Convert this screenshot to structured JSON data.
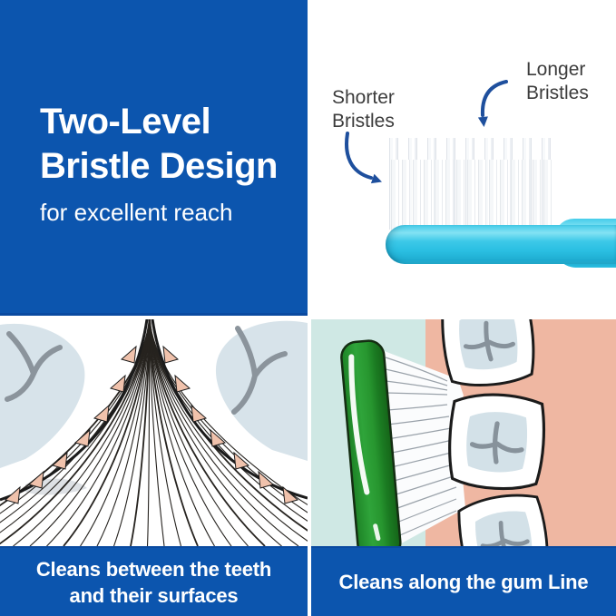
{
  "headline_panel": {
    "line1": "Two-Level",
    "line2": "Bristle Design",
    "subtitle": "for excellent reach"
  },
  "bristle_diagram": {
    "shorter_label": "Shorter\nBristles",
    "longer_label": "Longer\nBristles"
  },
  "captions": {
    "between_teeth": "Cleans between the teeth\nand their surfaces",
    "gum_line": "Cleans along the gum Line"
  },
  "colors": {
    "panel_blue": "#0c55ae",
    "caption_blue": "#0c55ae",
    "arrow_blue": "#1e4f9d",
    "label_gray": "#3c3c3c",
    "toothbrush_handle_cyan": "#2fc4e6",
    "brush_green": "#27962e",
    "gum_salmon": "#efb7a2",
    "mint_background": "#cfe8e4",
    "tooth_surface_blue_gray": "#d5e2e9"
  }
}
